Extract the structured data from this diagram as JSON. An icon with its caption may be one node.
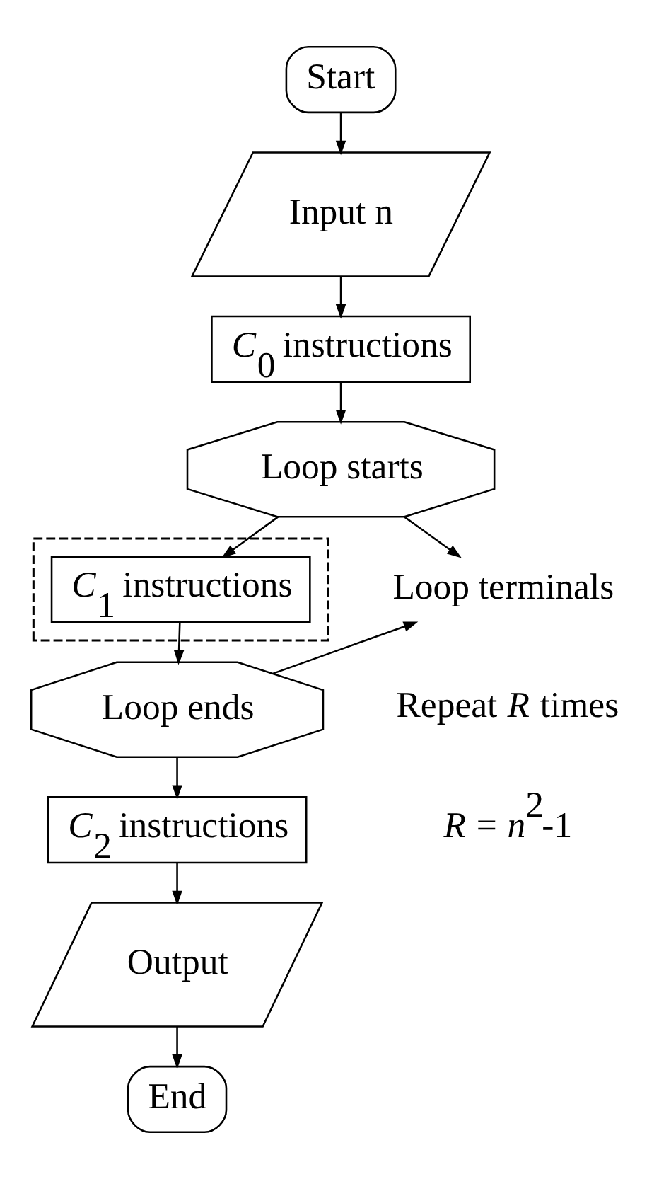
{
  "diagram": {
    "nodes": [
      {
        "text": [
          "Start"
        ]
      },
      {
        "text": [
          "Input n"
        ]
      },
      {
        "text": [
          "*C*$_{0}$ instructions"
        ]
      },
      {
        "text": [
          "Loop starts"
        ]
      },
      {
        "text": [],
        "shape": "box"
      },
      {
        "text": [
          "*C*$_{1}$ instructions"
        ],
        "in": 4
      },
      {
        "text": [
          "Loop ends"
        ]
      },
      {
        "text": [
          "*C*$_{2}$ instructions"
        ]
      },
      {
        "text": [
          "Output"
        ]
      },
      {
        "text": [
          "End"
        ]
      },
      {
        "text": [
          "Loop terminals"
        ]
      }
    ],
    "edges": [
      {
        "from": 0,
        "to": 1,
        "arrow": "to"
      },
      {
        "from": 1,
        "to": 2,
        "arrow": "to"
      },
      {
        "from": 2,
        "to": 3,
        "arrow": "to"
      },
      {
        "from": 3,
        "to": 5,
        "arrow": "to"
      },
      {
        "from": 5,
        "to": 6,
        "arrow": "to"
      },
      {
        "from": 6,
        "to": 7,
        "arrow": "to"
      },
      {
        "from": 7,
        "to": 8,
        "arrow": "to"
      },
      {
        "from": 8,
        "to": 9,
        "arrow": "to"
      },
      {
        "from": 3,
        "to": 10,
        "arrow": "to"
      },
      {
        "from": 6,
        "to": 10,
        "arrow": "to"
      }
    ],
    "labels": [
      "Repeat *R* times",
      "*R* = *n*$^{2}$-1"
    ]
  }
}
